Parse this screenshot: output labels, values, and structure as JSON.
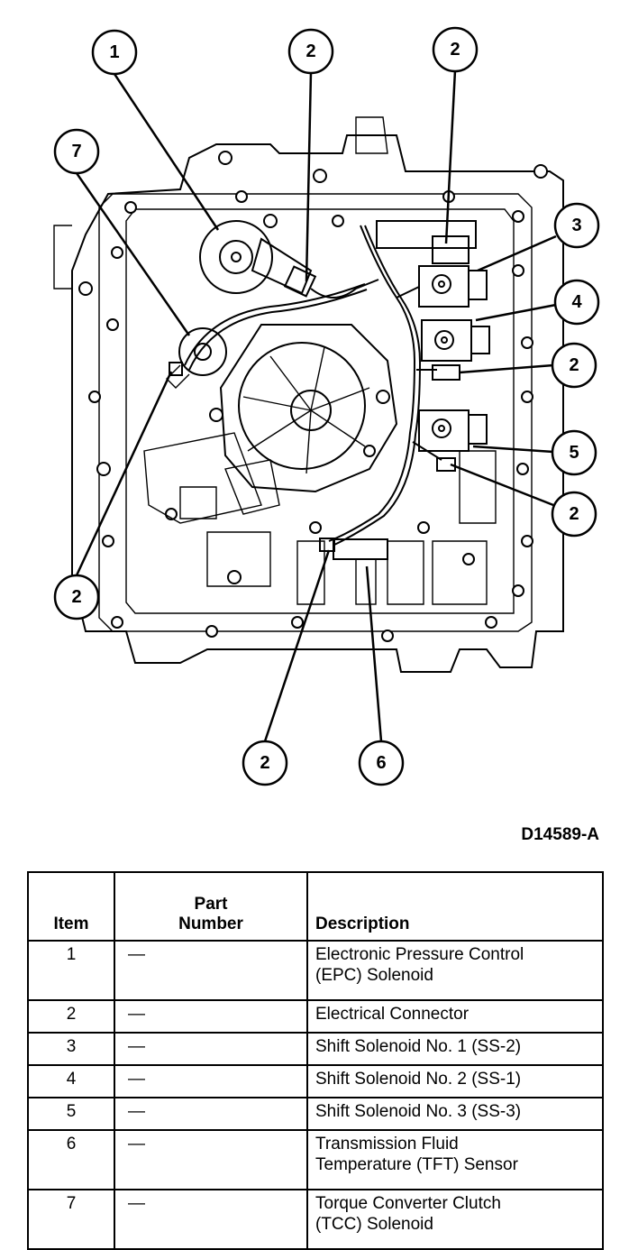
{
  "figure_id": "D14589-A",
  "callouts": [
    {
      "id": "c1",
      "label": "1"
    },
    {
      "id": "c2a",
      "label": "2"
    },
    {
      "id": "c2b",
      "label": "2"
    },
    {
      "id": "c7",
      "label": "7"
    },
    {
      "id": "c3",
      "label": "3"
    },
    {
      "id": "c4",
      "label": "4"
    },
    {
      "id": "c2c",
      "label": "2"
    },
    {
      "id": "c5",
      "label": "5"
    },
    {
      "id": "c2d",
      "label": "2"
    },
    {
      "id": "c2e",
      "label": "2"
    },
    {
      "id": "c2f",
      "label": "2"
    },
    {
      "id": "c6",
      "label": "6"
    }
  ],
  "table": {
    "headers": {
      "item": "Item",
      "part_line1": "Part",
      "part_line2": "Number",
      "description": "Description"
    },
    "rows": [
      {
        "item": "1",
        "part": "—",
        "desc_line1": "Electronic Pressure Control",
        "desc_line2": "(EPC) Solenoid"
      },
      {
        "item": "2",
        "part": "—",
        "desc_line1": "Electrical Connector",
        "desc_line2": ""
      },
      {
        "item": "3",
        "part": "—",
        "desc_line1": "Shift Solenoid No. 1 (SS-2)",
        "desc_line2": ""
      },
      {
        "item": "4",
        "part": "—",
        "desc_line1": "Shift Solenoid No. 2 (SS-1)",
        "desc_line2": ""
      },
      {
        "item": "5",
        "part": "—",
        "desc_line1": "Shift Solenoid No. 3 (SS-3)",
        "desc_line2": ""
      },
      {
        "item": "6",
        "part": "—",
        "desc_line1": "Transmission Fluid",
        "desc_line2": "Temperature (TFT) Sensor"
      },
      {
        "item": "7",
        "part": "—",
        "desc_line1": "Torque Converter Clutch",
        "desc_line2": "(TCC) Solenoid"
      }
    ]
  }
}
